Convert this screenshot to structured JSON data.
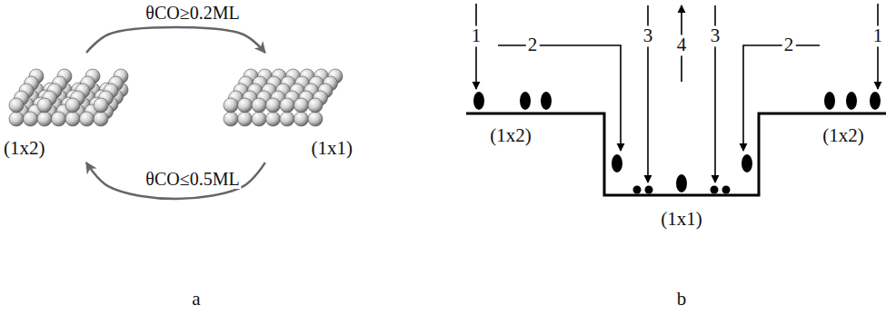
{
  "diagram": {
    "nodes": [
      {
        "text": [
          "(1x2)"
        ]
      },
      {
        "text": [
          "(1x1)"
        ]
      }
    ],
    "edges": [
      {
        "from": 0,
        "to": 1,
        "label": "θCO≥0.2ML",
        "arrow": "to"
      },
      {
        "from": 1,
        "to": 0,
        "label": "θCO≤0.5ML",
        "arrow": "to"
      }
    ],
    "labels": [
      "a",
      "1",
      "2",
      "3",
      "4",
      "3",
      "2",
      "1",
      "(1x2)",
      "(1x2)",
      "(1x1)",
      "b"
    ]
  }
}
